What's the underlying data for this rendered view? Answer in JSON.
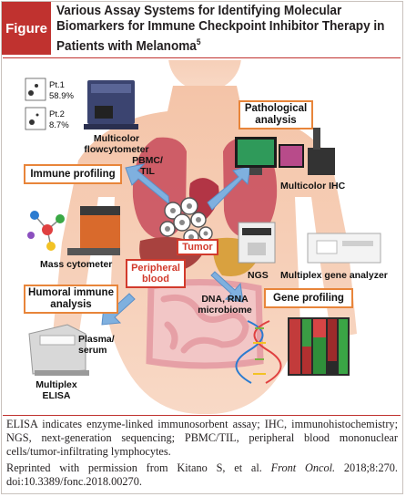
{
  "header": {
    "figure_tag": "Figure",
    "title_lines": [
      "Various Assay Systems for Identifying Molecular",
      "Biomarkers for Immune Checkpoint Inhibitor Therapy in",
      "Patients with Melanoma"
    ],
    "title_superscript": "5"
  },
  "diagram": {
    "boxes": {
      "pathological": [
        "Pathological",
        "analysis"
      ],
      "immune_profiling": "Immune profiling",
      "humoral": [
        "Humoral immune",
        "analysis"
      ],
      "gene_profiling": "Gene profiling",
      "tumor": "Tumor",
      "peripheral_blood": [
        "Peripheral",
        "blood"
      ]
    },
    "flow_labels": {
      "pt1": "Pt.1",
      "pt1_pct": "58.9%",
      "pt2": "Pt.2",
      "pt2_pct": "8.7%"
    },
    "instruments": {
      "flowcytometer": [
        "Multicolor",
        "flowcytometer"
      ],
      "mass_cytometer": "Mass cytometer",
      "multicolor_ihc": "Multicolor IHC",
      "ngs": "NGS",
      "multiplex_gene": "Multiplex gene analyzer",
      "multiplex_elisa": [
        "Multiplex",
        "ELISA"
      ]
    },
    "samples": {
      "pbmc": [
        "PBMC/",
        "TIL"
      ],
      "dna_rna": [
        "DNA, RNA",
        "microbiome"
      ],
      "plasma": [
        "Plasma/",
        "serum"
      ]
    },
    "colors": {
      "accent_red": "#c0322f",
      "box_border": "#e8853a",
      "arrow_blue": "#7fb0df",
      "body": "#f6ccb4"
    }
  },
  "caption": {
    "abbrev": "ELISA indicates enzyme-linked immunosorbent assay; IHC, immunohistochemistry; NGS, next-generation sequencing; PBMC/TIL, peripheral blood mononuclear cells/tumor-infiltrating lymphocytes.",
    "reprint_prefix": "Reprinted with permission from Kitano S, et al. ",
    "journal": "Front Oncol.",
    "reprint_suffix": " 2018;8:270. doi:10.3389/fonc.2018.00270."
  }
}
